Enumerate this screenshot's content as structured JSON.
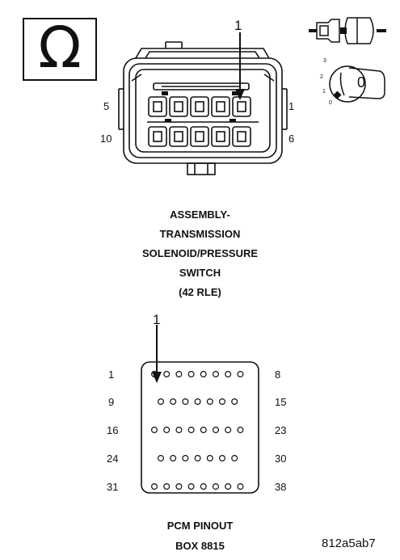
{
  "meter_symbol": "Ω",
  "connector": {
    "pin_callout": "1",
    "left_top": "5",
    "right_top": "1",
    "left_bottom": "10",
    "right_bottom": "6"
  },
  "legend": {
    "key_positions": [
      "3",
      "2",
      "1",
      "0"
    ],
    "key_value": "0"
  },
  "connector_title": [
    "ASSEMBLY-",
    "TRANSMISSION",
    "SOLENOID/PRESSURE",
    "SWITCH",
    "(42 RLE)"
  ],
  "pcm": {
    "pin_callout": "1",
    "left_labels": [
      "1",
      "9",
      "16",
      "24",
      "31"
    ],
    "right_labels": [
      "8",
      "15",
      "23",
      "30",
      "38"
    ],
    "title": [
      "PCM PINOUT",
      "BOX 8815"
    ]
  },
  "figure_id": "812a5ab7"
}
